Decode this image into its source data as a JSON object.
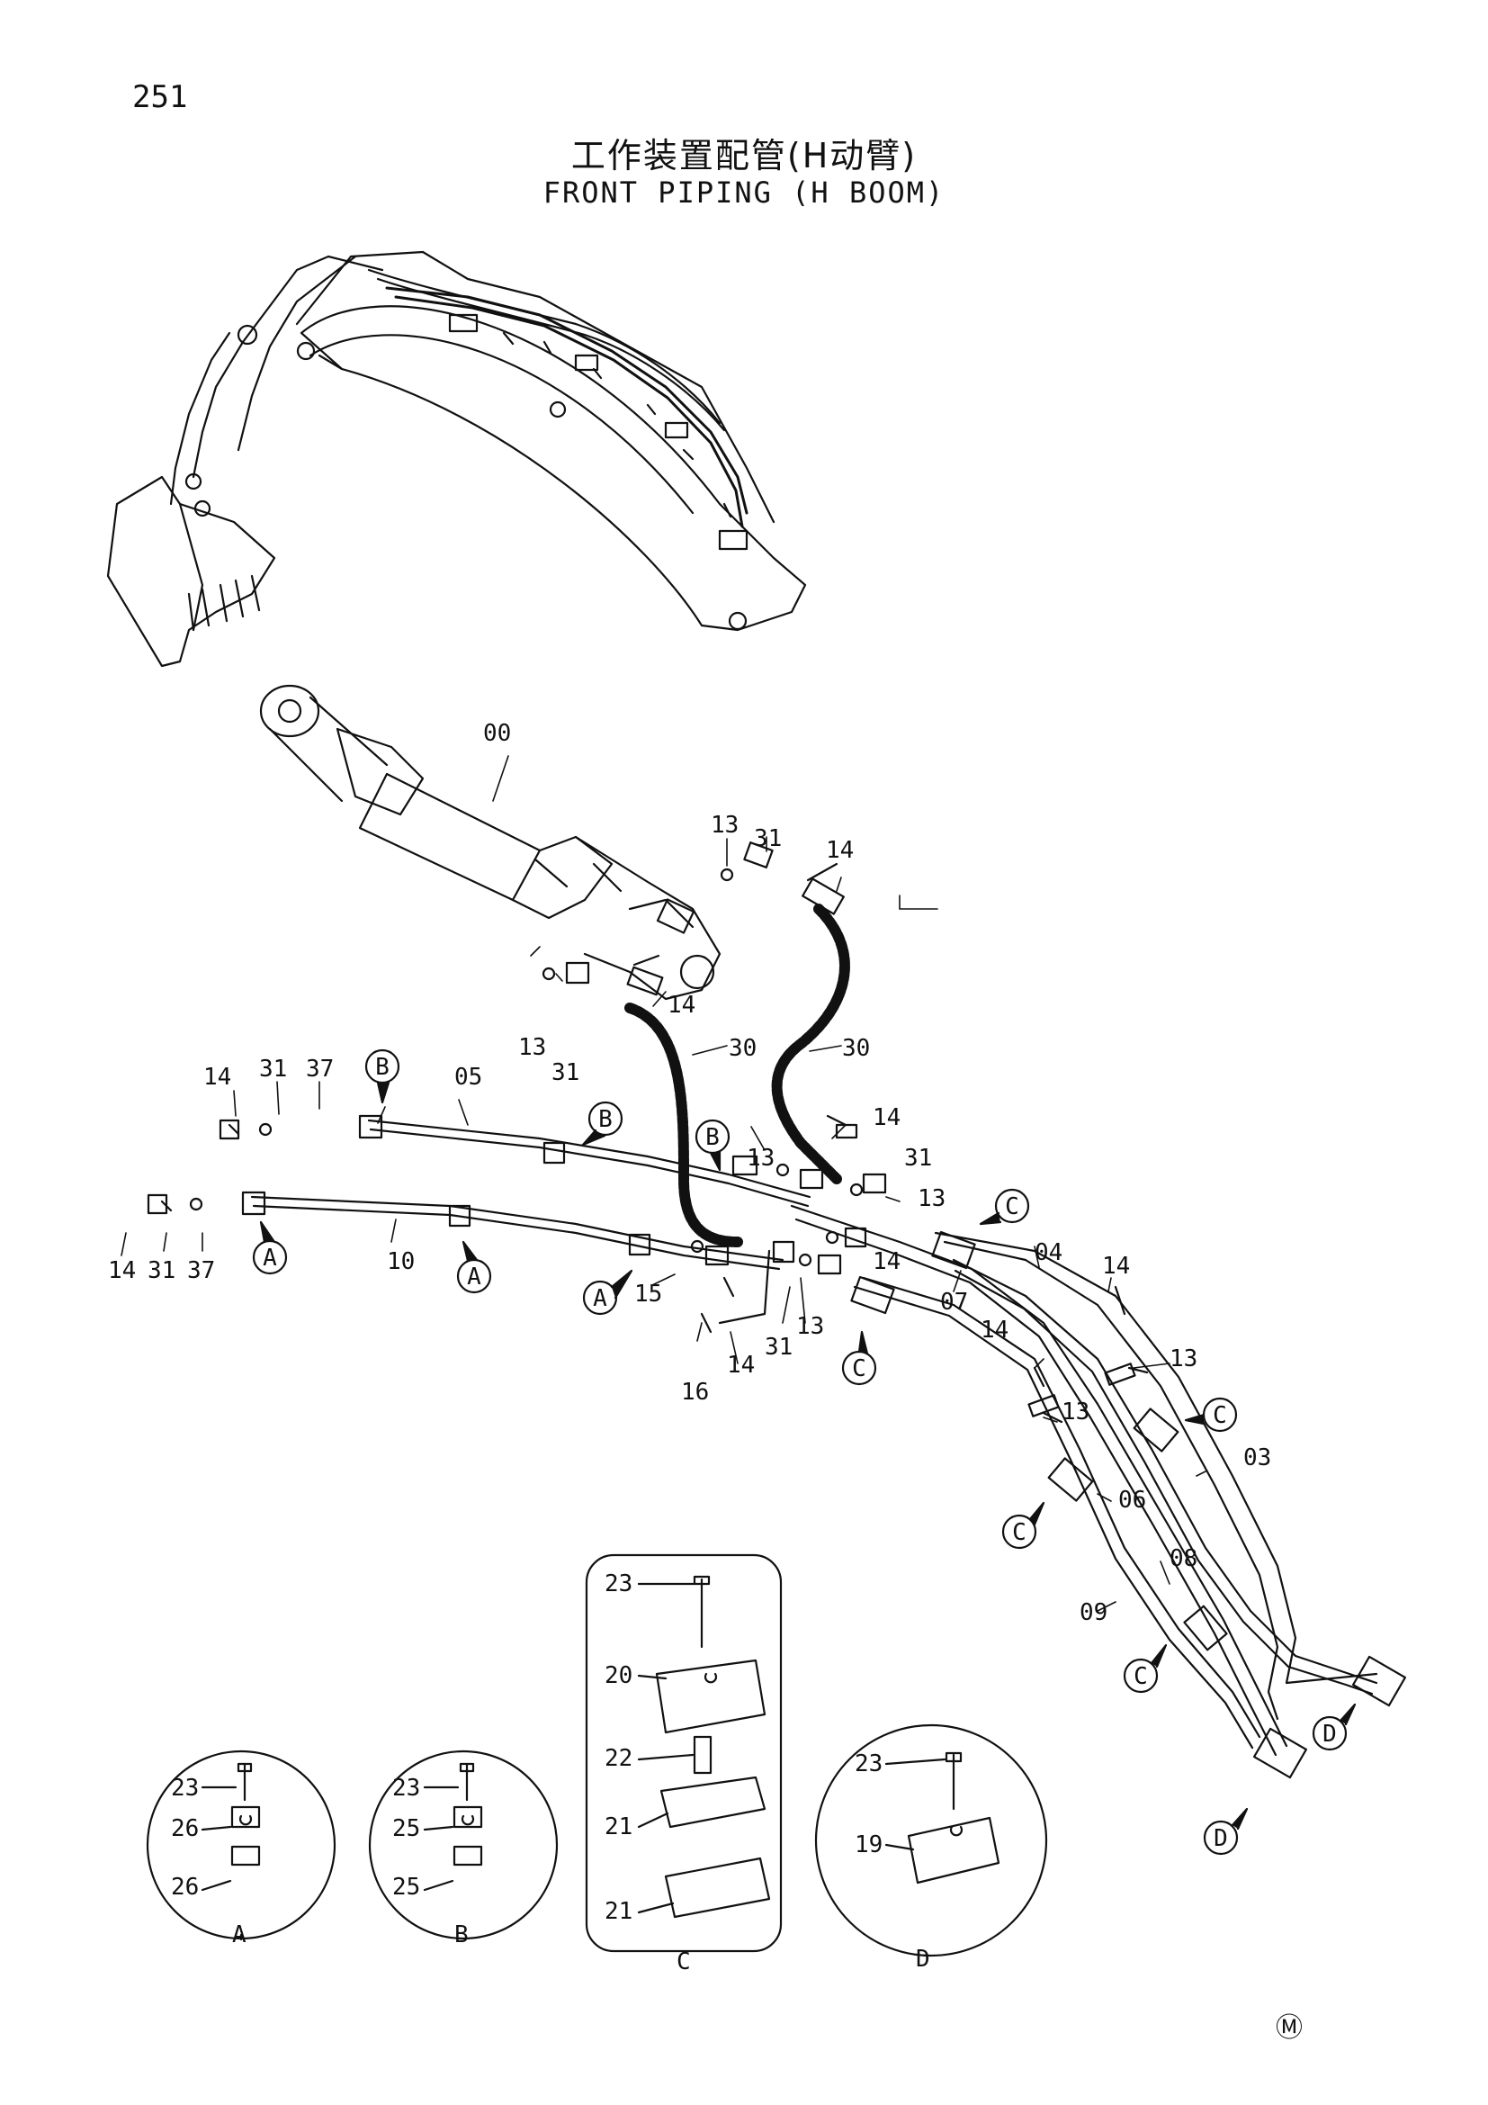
{
  "page": {
    "number": "251",
    "title_cn": "工作装置配管(H动臂)",
    "title_en": "FRONT PIPING (H BOOM)",
    "mark": "Ⓜ"
  },
  "callouts": [
    {
      "id": "c-00",
      "text": "00"
    },
    {
      "id": "c-13a",
      "text": "13"
    },
    {
      "id": "c-31a",
      "text": "31"
    },
    {
      "id": "c-14a",
      "text": "14"
    },
    {
      "id": "c-14b",
      "text": "14"
    },
    {
      "id": "c-13b",
      "text": "13"
    },
    {
      "id": "c-31b",
      "text": "31"
    },
    {
      "id": "c-30a",
      "text": "30"
    },
    {
      "id": "c-30b",
      "text": "30"
    },
    {
      "id": "c-14c",
      "text": "14"
    },
    {
      "id": "c-31c",
      "text": "31"
    },
    {
      "id": "c-37a",
      "text": "37"
    },
    {
      "id": "c-05",
      "text": "05"
    },
    {
      "id": "c-14d",
      "text": "14"
    },
    {
      "id": "c-31d",
      "text": "31"
    },
    {
      "id": "c-37b",
      "text": "37"
    },
    {
      "id": "c-10",
      "text": "10"
    },
    {
      "id": "c-14e",
      "text": "14"
    },
    {
      "id": "c-13c",
      "text": "13"
    },
    {
      "id": "c-31e",
      "text": "31"
    },
    {
      "id": "c-13d",
      "text": "13"
    },
    {
      "id": "c-14f",
      "text": "14"
    },
    {
      "id": "c-15",
      "text": "15"
    },
    {
      "id": "c-16",
      "text": "16"
    },
    {
      "id": "c-14g",
      "text": "14"
    },
    {
      "id": "c-31f",
      "text": "31"
    },
    {
      "id": "c-13e",
      "text": "13"
    },
    {
      "id": "c-14h",
      "text": "14"
    },
    {
      "id": "c-04",
      "text": "04"
    },
    {
      "id": "c-07",
      "text": "07"
    },
    {
      "id": "c-14i",
      "text": "14"
    },
    {
      "id": "c-14j",
      "text": "14"
    },
    {
      "id": "c-13f",
      "text": "13"
    },
    {
      "id": "c-13g",
      "text": "13"
    },
    {
      "id": "c-03",
      "text": "03"
    },
    {
      "id": "c-06",
      "text": "06"
    },
    {
      "id": "c-08",
      "text": "08"
    },
    {
      "id": "c-09",
      "text": "09"
    }
  ],
  "ref_markers": [
    {
      "id": "m1",
      "letter": "B"
    },
    {
      "id": "m2",
      "letter": "B"
    },
    {
      "id": "m3",
      "letter": "B"
    },
    {
      "id": "m4",
      "letter": "A"
    },
    {
      "id": "m5",
      "letter": "A"
    },
    {
      "id": "m6",
      "letter": "A"
    },
    {
      "id": "m7",
      "letter": "C"
    },
    {
      "id": "m8",
      "letter": "C"
    },
    {
      "id": "m9",
      "letter": "C"
    },
    {
      "id": "m10",
      "letter": "C"
    },
    {
      "id": "m11",
      "letter": "C"
    },
    {
      "id": "m12",
      "letter": "D"
    },
    {
      "id": "m13",
      "letter": "D"
    }
  ],
  "details": [
    {
      "id": "A",
      "letter": "A",
      "labels": [
        "23",
        "26",
        "26"
      ]
    },
    {
      "id": "B",
      "letter": "B",
      "labels": [
        "23",
        "25",
        "25"
      ]
    },
    {
      "id": "C",
      "letter": "C",
      "labels": [
        "23",
        "20",
        "22",
        "21",
        "21"
      ]
    },
    {
      "id": "D",
      "letter": "D",
      "labels": [
        "23",
        "19"
      ]
    }
  ]
}
